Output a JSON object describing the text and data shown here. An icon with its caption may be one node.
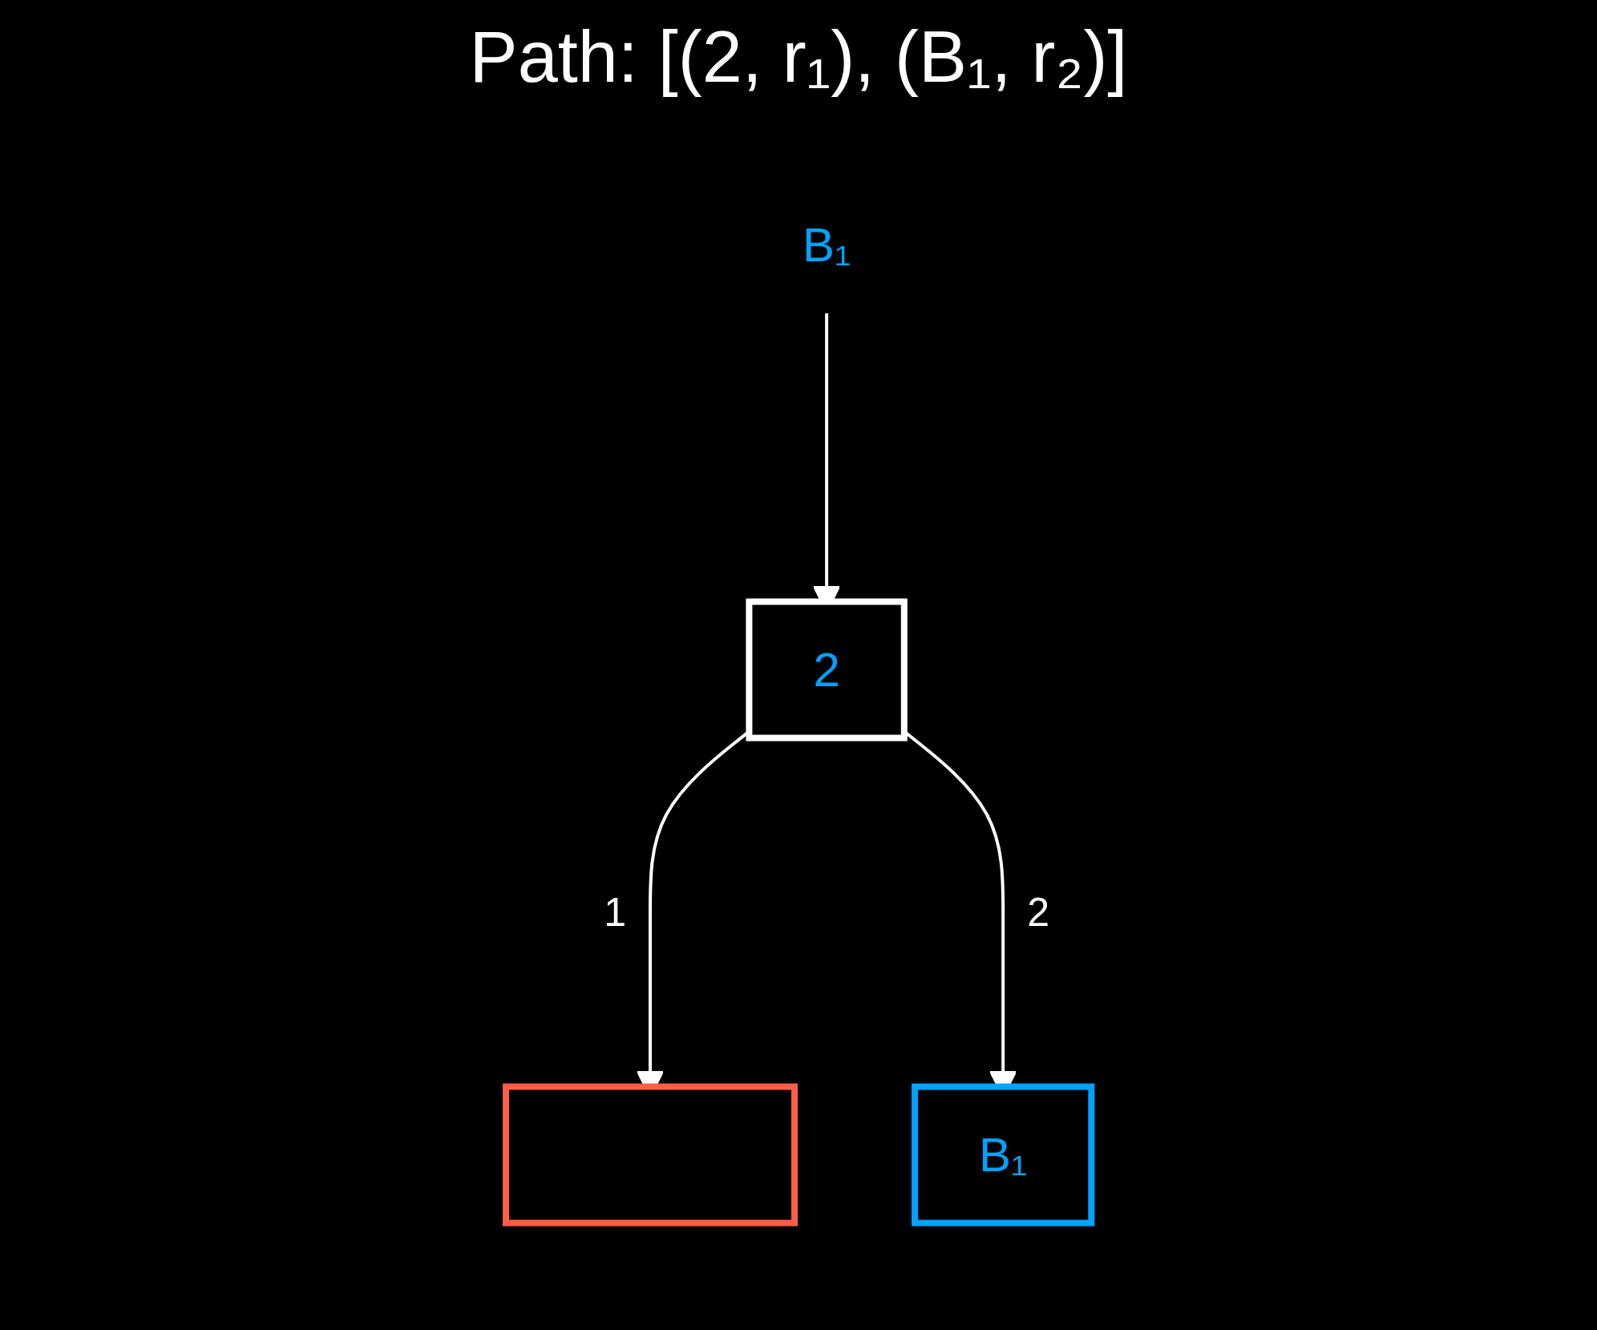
{
  "diagram": {
    "title": "Path: [(2, r₁), (B₁, r₂)]",
    "nodes": [
      {
        "text": [
          "B₁"
        ]
      },
      {
        "text": [
          "2"
        ]
      },
      {
        "text": [],
        "shape": "box"
      },
      {
        "text": [
          "B₁"
        ]
      }
    ],
    "edges": [
      {
        "from": 0,
        "to": 1,
        "arrow": "to"
      },
      {
        "from": 1,
        "to": 2,
        "arrow": "to",
        "label": "1"
      },
      {
        "from": 1,
        "to": 3,
        "arrow": "to",
        "label": "2"
      }
    ]
  }
}
